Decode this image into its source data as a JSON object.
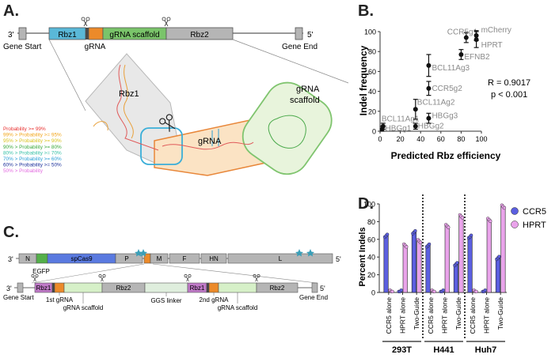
{
  "panelA": {
    "letter": "A.",
    "three_prime": "3'",
    "five_prime": "5'",
    "gene_start": "Gene Start",
    "gene_end": "Gene End",
    "rbz1": "Rbz1",
    "grna": "gRNA",
    "scaffold": "gRNA scaffold",
    "rbz2": "Rbz2",
    "struct_rbz1": "Rbz1",
    "struct_grna": "gRNA",
    "struct_scaffold_1": "gRNA",
    "struct_scaffold_2": "scaffold",
    "legend": [
      {
        "text": "Probability >= 99%",
        "color": "#e8312f"
      },
      {
        "text": "99% > Probability >= 95%",
        "color": "#f2a51a"
      },
      {
        "text": "95% > Probability >= 90%",
        "color": "#d9c21e"
      },
      {
        "text": "90% > Probability >= 80%",
        "color": "#3aa83a"
      },
      {
        "text": "80% > Probability >= 70%",
        "color": "#36c0a6"
      },
      {
        "text": "70% > Probability >= 60%",
        "color": "#2a9fd6"
      },
      {
        "text": "60% > Probability >= 50%",
        "color": "#1a2f9a"
      },
      {
        "text": "50% > Probability",
        "color": "#e36be0"
      }
    ]
  },
  "panelB": {
    "letter": "B.",
    "chart_data": {
      "type": "scatter",
      "xlabel": "Predicted Rbz efficiency",
      "ylabel": "Indel frequency",
      "xlim": [
        0,
        100
      ],
      "ylim": [
        0,
        100
      ],
      "xticks": [
        "0",
        "20",
        "40",
        "60",
        "80",
        "100"
      ],
      "yticks": [
        "0",
        "20",
        "40",
        "60",
        "80",
        "100"
      ],
      "stats": [
        "R = 0.9017",
        "p < 0.001"
      ],
      "points": [
        {
          "label": "HBGg1",
          "x": 2,
          "y": 2,
          "err": 3
        },
        {
          "label": "BCL11Ag1",
          "x": 3,
          "y": 5,
          "err": 3
        },
        {
          "label": "HBGg2",
          "x": 35,
          "y": 5,
          "err": 3
        },
        {
          "label": "BCL11Ag2",
          "x": 35,
          "y": 22,
          "err": 10
        },
        {
          "label": "HBGg3",
          "x": 48,
          "y": 13,
          "err": 5
        },
        {
          "label": "CCR5g2",
          "x": 48,
          "y": 43,
          "err": 7
        },
        {
          "label": "BCL11Ag3",
          "x": 48,
          "y": 66,
          "err": 11
        },
        {
          "label": "EFNB2",
          "x": 80,
          "y": 77,
          "err": 5
        },
        {
          "label": "CCR5g1",
          "x": 85,
          "y": 94,
          "err": 5
        },
        {
          "label": "mCherry",
          "x": 95,
          "y": 96,
          "err": 5
        },
        {
          "label": "HPRT",
          "x": 95,
          "y": 92,
          "err": 8
        }
      ]
    }
  },
  "panelC": {
    "letter": "C.",
    "three_prime": "3'",
    "five_prime": "5'",
    "genome": [
      "N",
      "spCas9",
      "P",
      "M",
      "F",
      "HN",
      "L"
    ],
    "egfp": "EGFP",
    "lower_gene_start": "Gene Start",
    "lower_gene_end": "Gene End",
    "lower_blocks": [
      "Rbz1",
      "Rbz2",
      "GGS linker",
      "Rbz1",
      "Rbz2"
    ],
    "labels": [
      "1st gRNA",
      "gRNA scaffold",
      "GGS linker",
      "2nd gRNA",
      "gRNA scaffold"
    ]
  },
  "panelD": {
    "letter": "D.",
    "chart_data": {
      "type": "bar",
      "ylabel": "Percent Indels",
      "ylim": [
        0,
        100
      ],
      "yticks": [
        "0",
        "20",
        "40",
        "60",
        "80",
        "100"
      ],
      "legend": [
        {
          "name": "CCR5",
          "color": "#5b5fe0"
        },
        {
          "name": "HPRT",
          "color": "#e9a3ea"
        }
      ],
      "groups": [
        {
          "name": "293T",
          "conditions": [
            {
              "label": "CCR5 alone",
              "ccr5": 64,
              "hprt": 1
            },
            {
              "label": "HPRT alone",
              "ccr5": 1,
              "hprt": 53
            },
            {
              "label": "Two-Guide",
              "ccr5": 68,
              "hprt": 58
            }
          ]
        },
        {
          "name": "H441",
          "conditions": [
            {
              "label": "CCR5 alone",
              "ccr5": 53,
              "hprt": 1
            },
            {
              "label": "HPRT alone",
              "ccr5": 1,
              "hprt": 75
            },
            {
              "label": "Two-Guide",
              "ccr5": 32,
              "hprt": 86
            }
          ]
        },
        {
          "name": "Huh7",
          "conditions": [
            {
              "label": "CCR5 alone",
              "ccr5": 63,
              "hprt": 1
            },
            {
              "label": "HPRT alone",
              "ccr5": 1,
              "hprt": 82
            },
            {
              "label": "Two-Guide",
              "ccr5": 39,
              "hprt": 97
            }
          ]
        }
      ]
    }
  }
}
